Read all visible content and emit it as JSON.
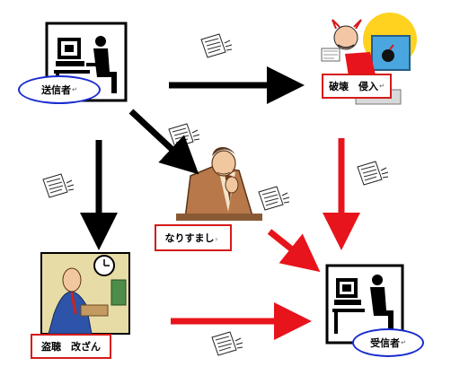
{
  "nodes": {
    "sender": "送信者",
    "destroy_intrude": "破壊　侵入",
    "impersonate": "なりすまし",
    "eavesdrop_tamper": "盗聴　改ざん",
    "receiver": "受信者"
  },
  "text_marks": {
    "return": "↵",
    "period": "。"
  },
  "colors": {
    "black_arrow": "#000000",
    "red_arrow": "#e8141b",
    "oval_border": "#1a2ccf",
    "box_border": "#d61a1a",
    "sky": "#bfe6f5",
    "yellow": "#ffd21f"
  }
}
